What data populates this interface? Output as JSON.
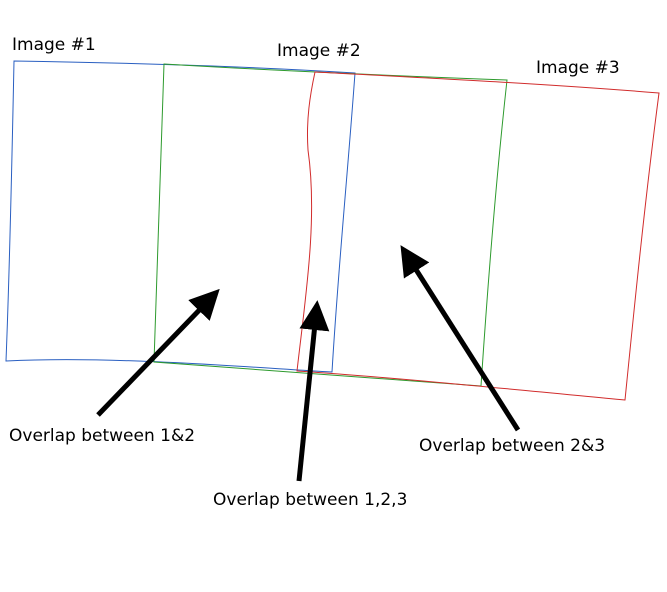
{
  "images": [
    {
      "label": "Image #1",
      "color": "#2a5fc1"
    },
    {
      "label": "Image #2",
      "color": "#2d9a2d"
    },
    {
      "label": "Image #3",
      "color": "#d12c2c"
    }
  ],
  "annotations": {
    "overlap_12": "Overlap between 1&2",
    "overlap_123": "Overlap between 1,2,3",
    "overlap_23": "Overlap between 2&3"
  },
  "colors": {
    "arrow": "#000000",
    "background": "#ffffff"
  }
}
